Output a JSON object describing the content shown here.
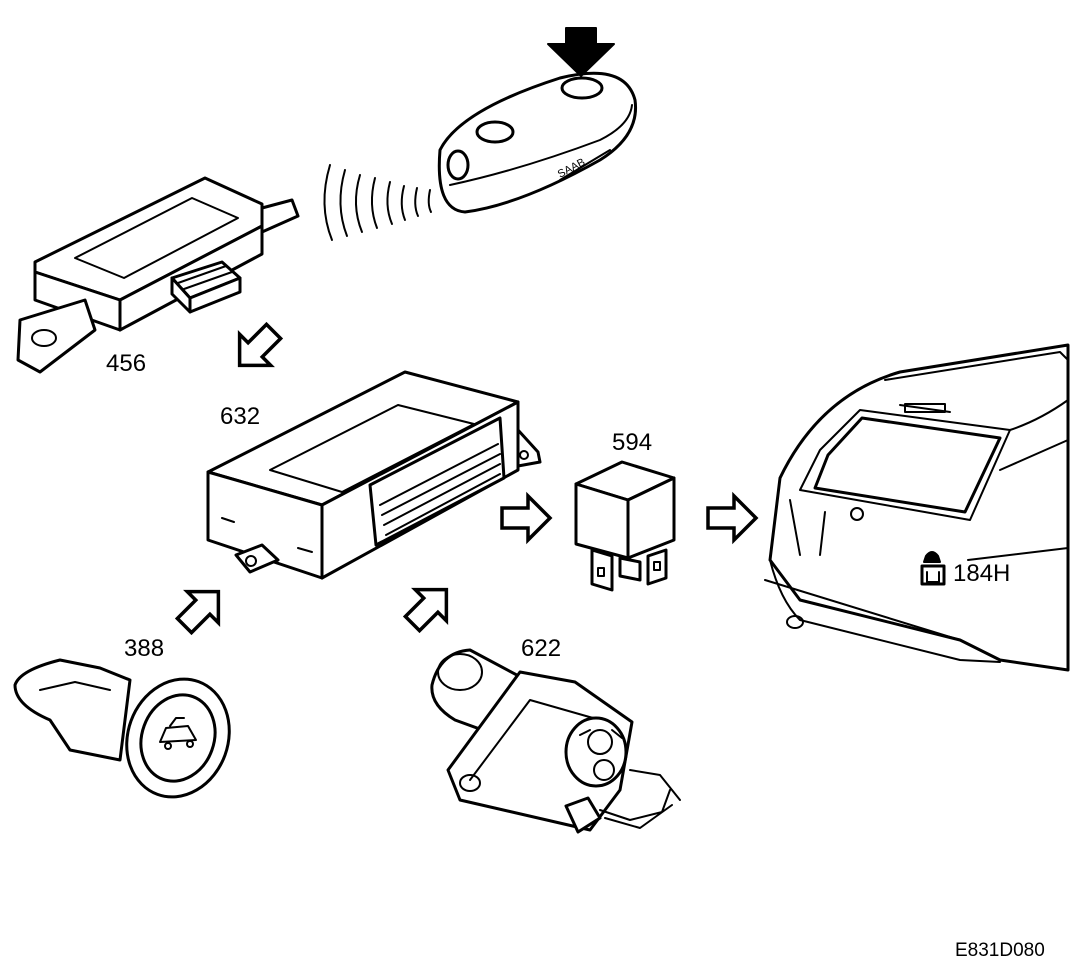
{
  "labels": {
    "receiver": "456",
    "control_module": "632",
    "relay": "594",
    "switch": "388",
    "lock_motor": "622",
    "tailgate_lock": "184H"
  },
  "figure_code": "E831D080",
  "icons": [
    "remote-key-fob-icon",
    "signal-waves-icon",
    "push-down-arrow-icon",
    "flow-arrow-icon",
    "padlock-icon",
    "car-tailgate-icon"
  ]
}
